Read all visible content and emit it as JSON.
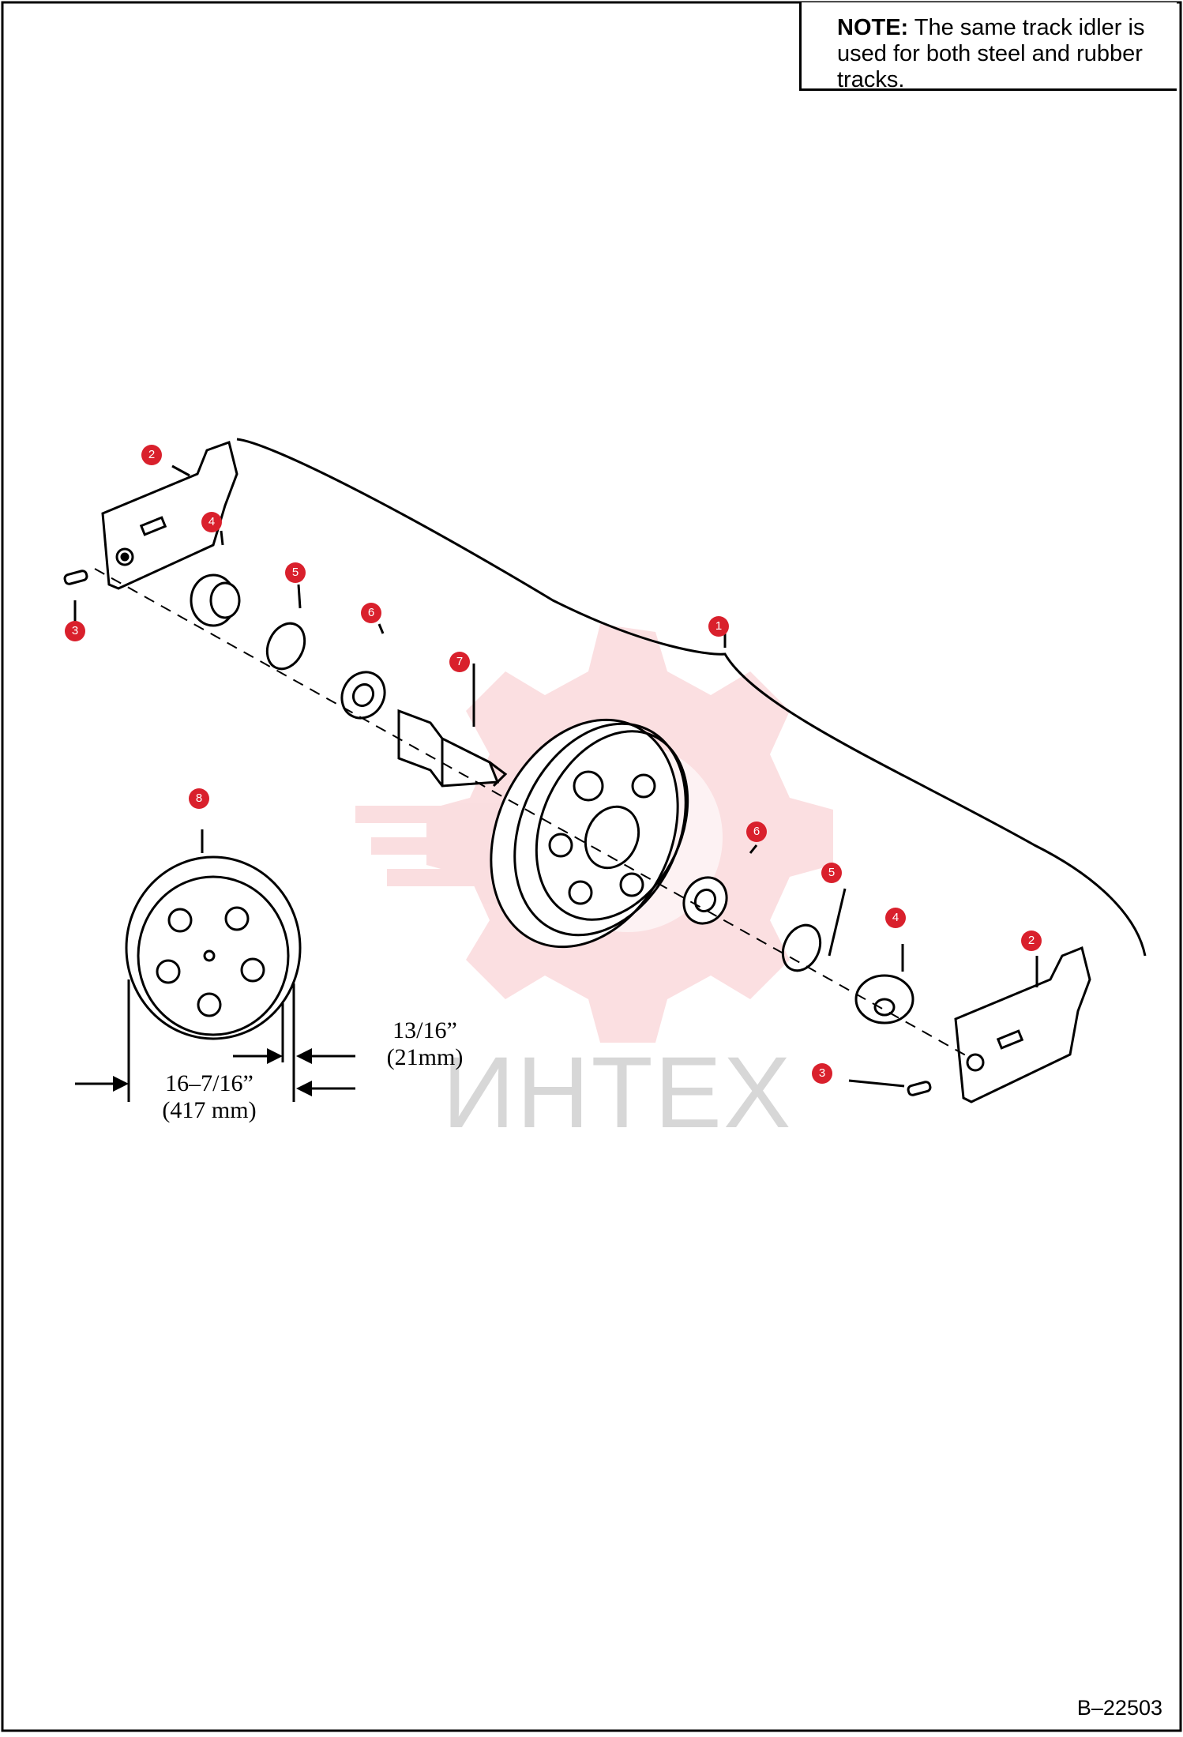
{
  "note": {
    "label": "NOTE:",
    "text": "The same track idler is used for both steel and rubber tracks."
  },
  "figure_id": "B–22503",
  "watermark": "ИНТЕХ",
  "dimensions": {
    "flange_width": "13/16”",
    "flange_width_metric": "(21mm)",
    "diameter": "16–7/16”",
    "diameter_metric": "(417 mm)"
  },
  "callouts": [
    "1",
    "2",
    "2",
    "3",
    "3",
    "4",
    "4",
    "5",
    "5",
    "6",
    "6",
    "7",
    "8"
  ],
  "colors": {
    "callout": "#d9202c",
    "line": "#000000",
    "watermark": "#e8505a"
  }
}
